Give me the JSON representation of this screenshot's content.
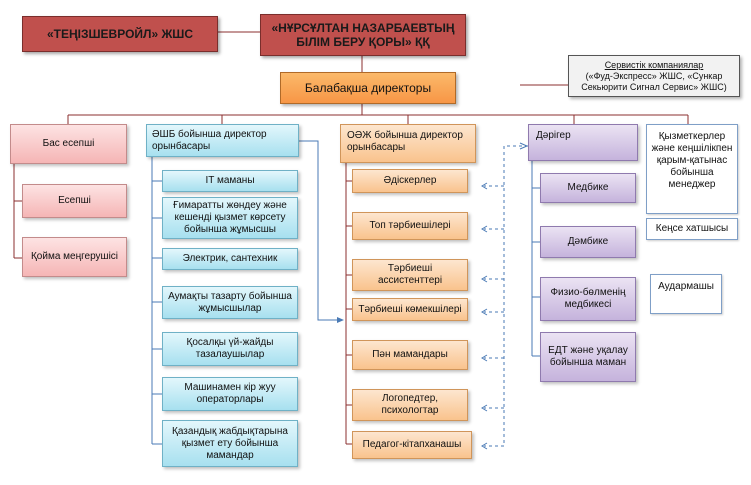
{
  "top": {
    "tengiz": "«ТЕҢІЗШЕВРОЙЛ» ЖШС",
    "fund_line1": "«НҰРСҰЛТАН НАЗАРБАЕВТЫҢ",
    "fund_line2": "БІЛІМ БЕРУ ҚОРЫ» ҚҚ"
  },
  "director": "Балабақша директоры",
  "service": {
    "title": "Сервистік компаниялар",
    "line1": "(«Фуд-Экспресс» ЖШС, «Сункар",
    "line2": "Секьюрити Сигнал Сервис» ЖШС)"
  },
  "accounting": {
    "head": "Бас есепші",
    "items": [
      "Есепші",
      "Қойма меңгерушісі"
    ]
  },
  "admin": {
    "head": "ӘШБ бойынша директор орынбасары",
    "items": [
      "IT маманы",
      "Ғимаратты жөндеу және кешенді қызмет көрсету бойынша жұмысшы",
      "Электрик, сантехник",
      "Аумақты тазарту бойынша жұмысшылар",
      "Қосалқы үй-жайды тазалаушылар",
      "Машинамен кір жуу операторлары",
      "Қазандық жабдықтарына қызмет ету бойынша мамандар"
    ]
  },
  "education": {
    "head": "ОӘЖ бойынша директор орынбасары",
    "items": [
      "Әдіскерлер",
      "Топ тәрбиешілері",
      "Тәрбиеші ассистенттері",
      "Тәрбиеші көмекшілері",
      "Пән мамандары",
      "Логопедтер, психологтар",
      "Педагог-кітапханашы"
    ]
  },
  "medical": {
    "head": "Дәрігер",
    "items": [
      "Медбике",
      "Дәмбике",
      "Физио-бөлменің медбикесі",
      "ЕДТ және уқалау бойынша маман"
    ]
  },
  "staff": {
    "items": [
      "Қызметкерлер және кеңшілікпен қарым-қатынас бойынша менеджер",
      "Кеңсе хатшысы",
      "Аудармашы"
    ]
  },
  "colors": {
    "top": "#c0504d",
    "director": "#f79646",
    "line_dark": "#8b2f2f",
    "line_blue": "#4a7ab5"
  }
}
